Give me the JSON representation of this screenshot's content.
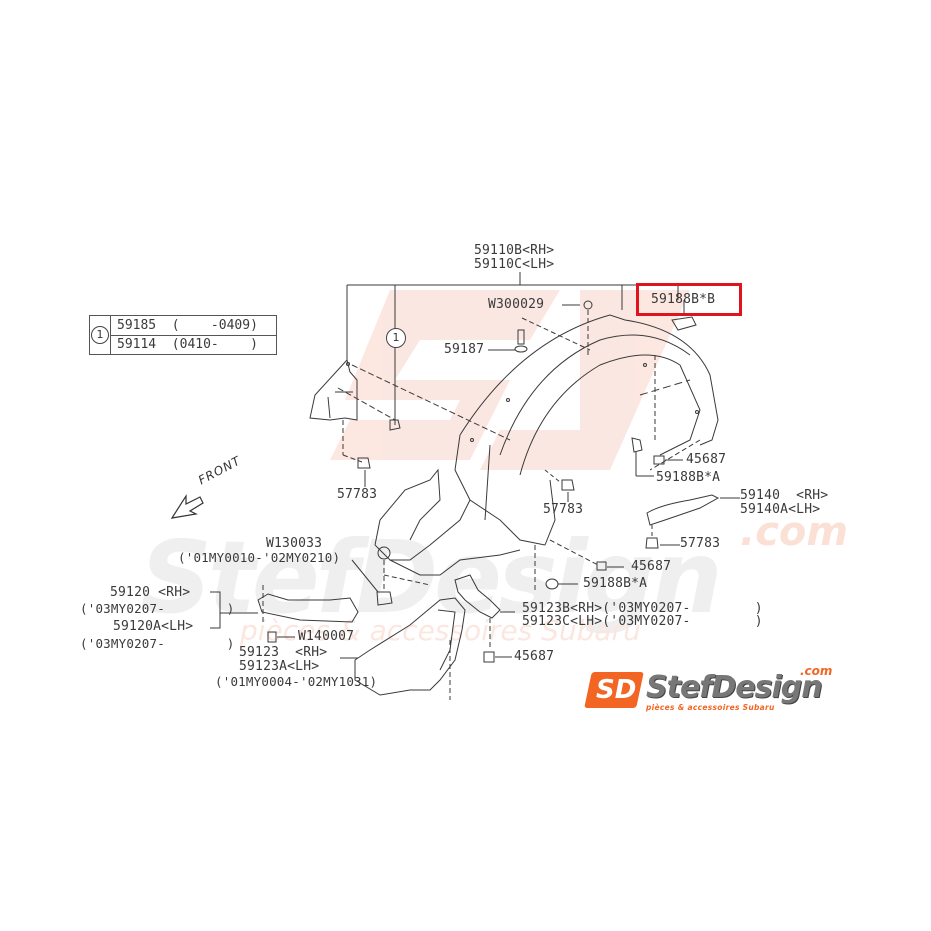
{
  "diagram": {
    "type": "exploded-parts-diagram",
    "subject": "Front mudguard / fender liner assembly",
    "highlighted_part": "59188B*B",
    "highlight_color": "#e0141e",
    "line_color": "#3a3a3a",
    "watermark_color": "#f6d6cc"
  },
  "legend_table": {
    "ref": "1",
    "rows": [
      {
        "part": "59185",
        "range": "(    -0409)"
      },
      {
        "part": "59114",
        "range": "(0410-    )"
      }
    ]
  },
  "front_indicator": {
    "label": "FRONT",
    "icon": "arrow-front-icon"
  },
  "labels": {
    "main_rh": "59110B<RH>",
    "main_lh": "59110C<LH>",
    "clip_w300029": "W300029",
    "highlight_part": "59188B*B",
    "ref_circle_1": "1",
    "screw_59187": "59187",
    "clip_57783_left": "57783",
    "clip_57783_center": "57783",
    "clip_45687_top": "45687",
    "part_59188ba_top": "59188B*A",
    "bracket_rh": "59140  <RH>",
    "bracket_lh": "59140A<LH>",
    "clip_57783_right": "57783",
    "w130033_part": "W130033",
    "w130033_range": "('01MY0010-'02MY0210)",
    "clip_45687_mid": "45687",
    "part_59188ba_mid": "59188B*A",
    "p59120_rh": "59120 <RH>",
    "p59120_rh_range": "('03MY0207-        )",
    "p59120a_lh": "59120A<LH>",
    "p59120a_lh_range": "('03MY0207-        )",
    "w140007": "W140007",
    "p59123_rh": "59123  <RH>",
    "p59123a_lh": "59123A<LH>",
    "p59123_range": "('01MY0004-'02MY1031)",
    "p59123b_rh": "59123B<RH>('03MY0207-        )",
    "p59123c_lh": "59123C<LH>('03MY0207-        )",
    "clip_45687_bottom": "45687"
  },
  "logo": {
    "mark": "SD",
    "name": "StefDesign",
    "domain": ".com",
    "tagline": "pièces & accessoires Subaru",
    "brand_color": "#f26522"
  },
  "watermark": {
    "text": "StefDesign",
    "domain": ".com",
    "tagline": "pièces & accessoires Subaru"
  }
}
